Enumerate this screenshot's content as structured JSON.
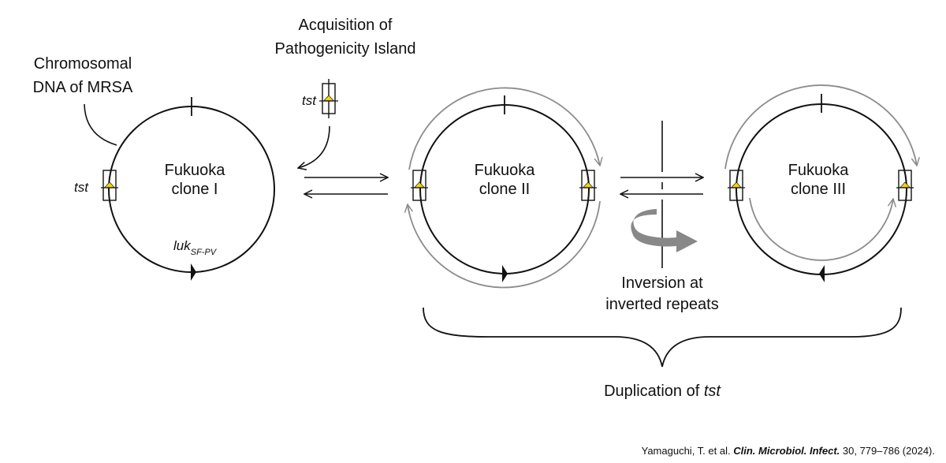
{
  "labels": {
    "chromosomal_line1": "Chromosomal",
    "chromosomal_line2": "DNA of MRSA",
    "acquisition_line1": "Acquisition of",
    "acquisition_line2": "Pathogenicity Island",
    "tst_island": "tst",
    "tst_clone1": "tst",
    "luk_main": "luk",
    "luk_sub": "SF-PV",
    "inversion_line1": "Inversion at",
    "inversion_line2": "inverted repeats",
    "duplication_prefix": "Duplication of ",
    "duplication_gene": "tst"
  },
  "clones": [
    {
      "line1": "Fukuoka",
      "line2": "clone I"
    },
    {
      "line1": "Fukuoka",
      "line2": "clone II"
    },
    {
      "line1": "Fukuoka",
      "line2": "clone III"
    }
  ],
  "citation": {
    "authors": "Yamaguchi, T. et al. ",
    "journal": "Clin. Microbiol. Infect.",
    "details": " 30, 779–786 (2024)."
  },
  "colors": {
    "line": "#111111",
    "gray_arc": "#8c8c8c",
    "gene_marker": "#f2d600",
    "rotation_arrow": "#888888"
  }
}
